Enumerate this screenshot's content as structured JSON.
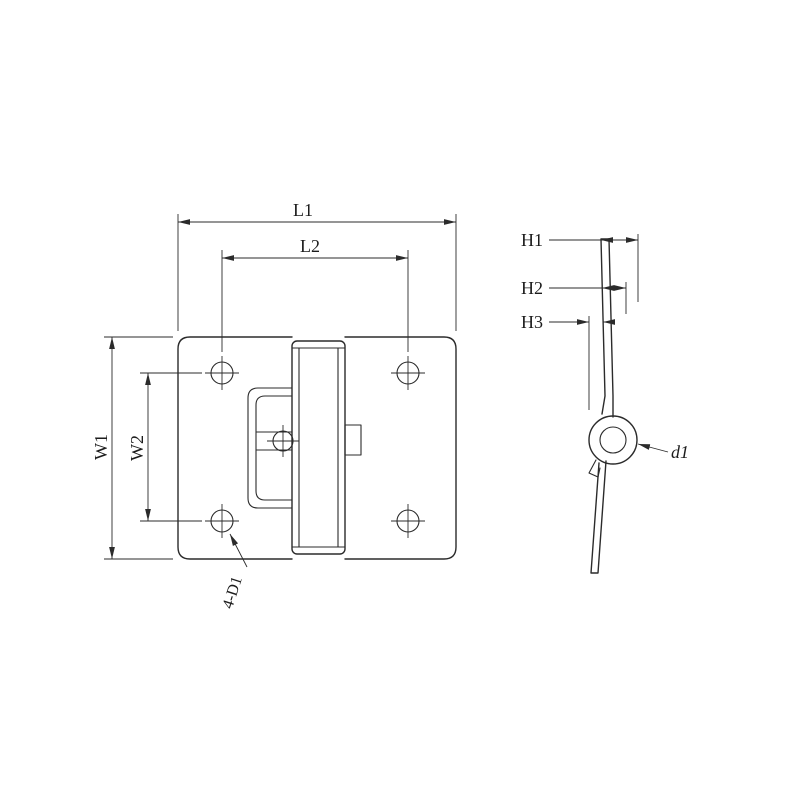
{
  "drawing": {
    "front_view": {
      "dim_length_outer": "L1",
      "dim_length_inner": "L2",
      "dim_width_outer": "W1",
      "dim_width_inner": "W2",
      "hole_callout": "4-D1"
    },
    "side_view": {
      "dim_h1": "H1",
      "dim_h2": "H2",
      "dim_h3": "H3",
      "dim_pin_diameter": "d1"
    },
    "colors": {
      "line": "#2b2b2b",
      "background": "#ffffff"
    }
  }
}
